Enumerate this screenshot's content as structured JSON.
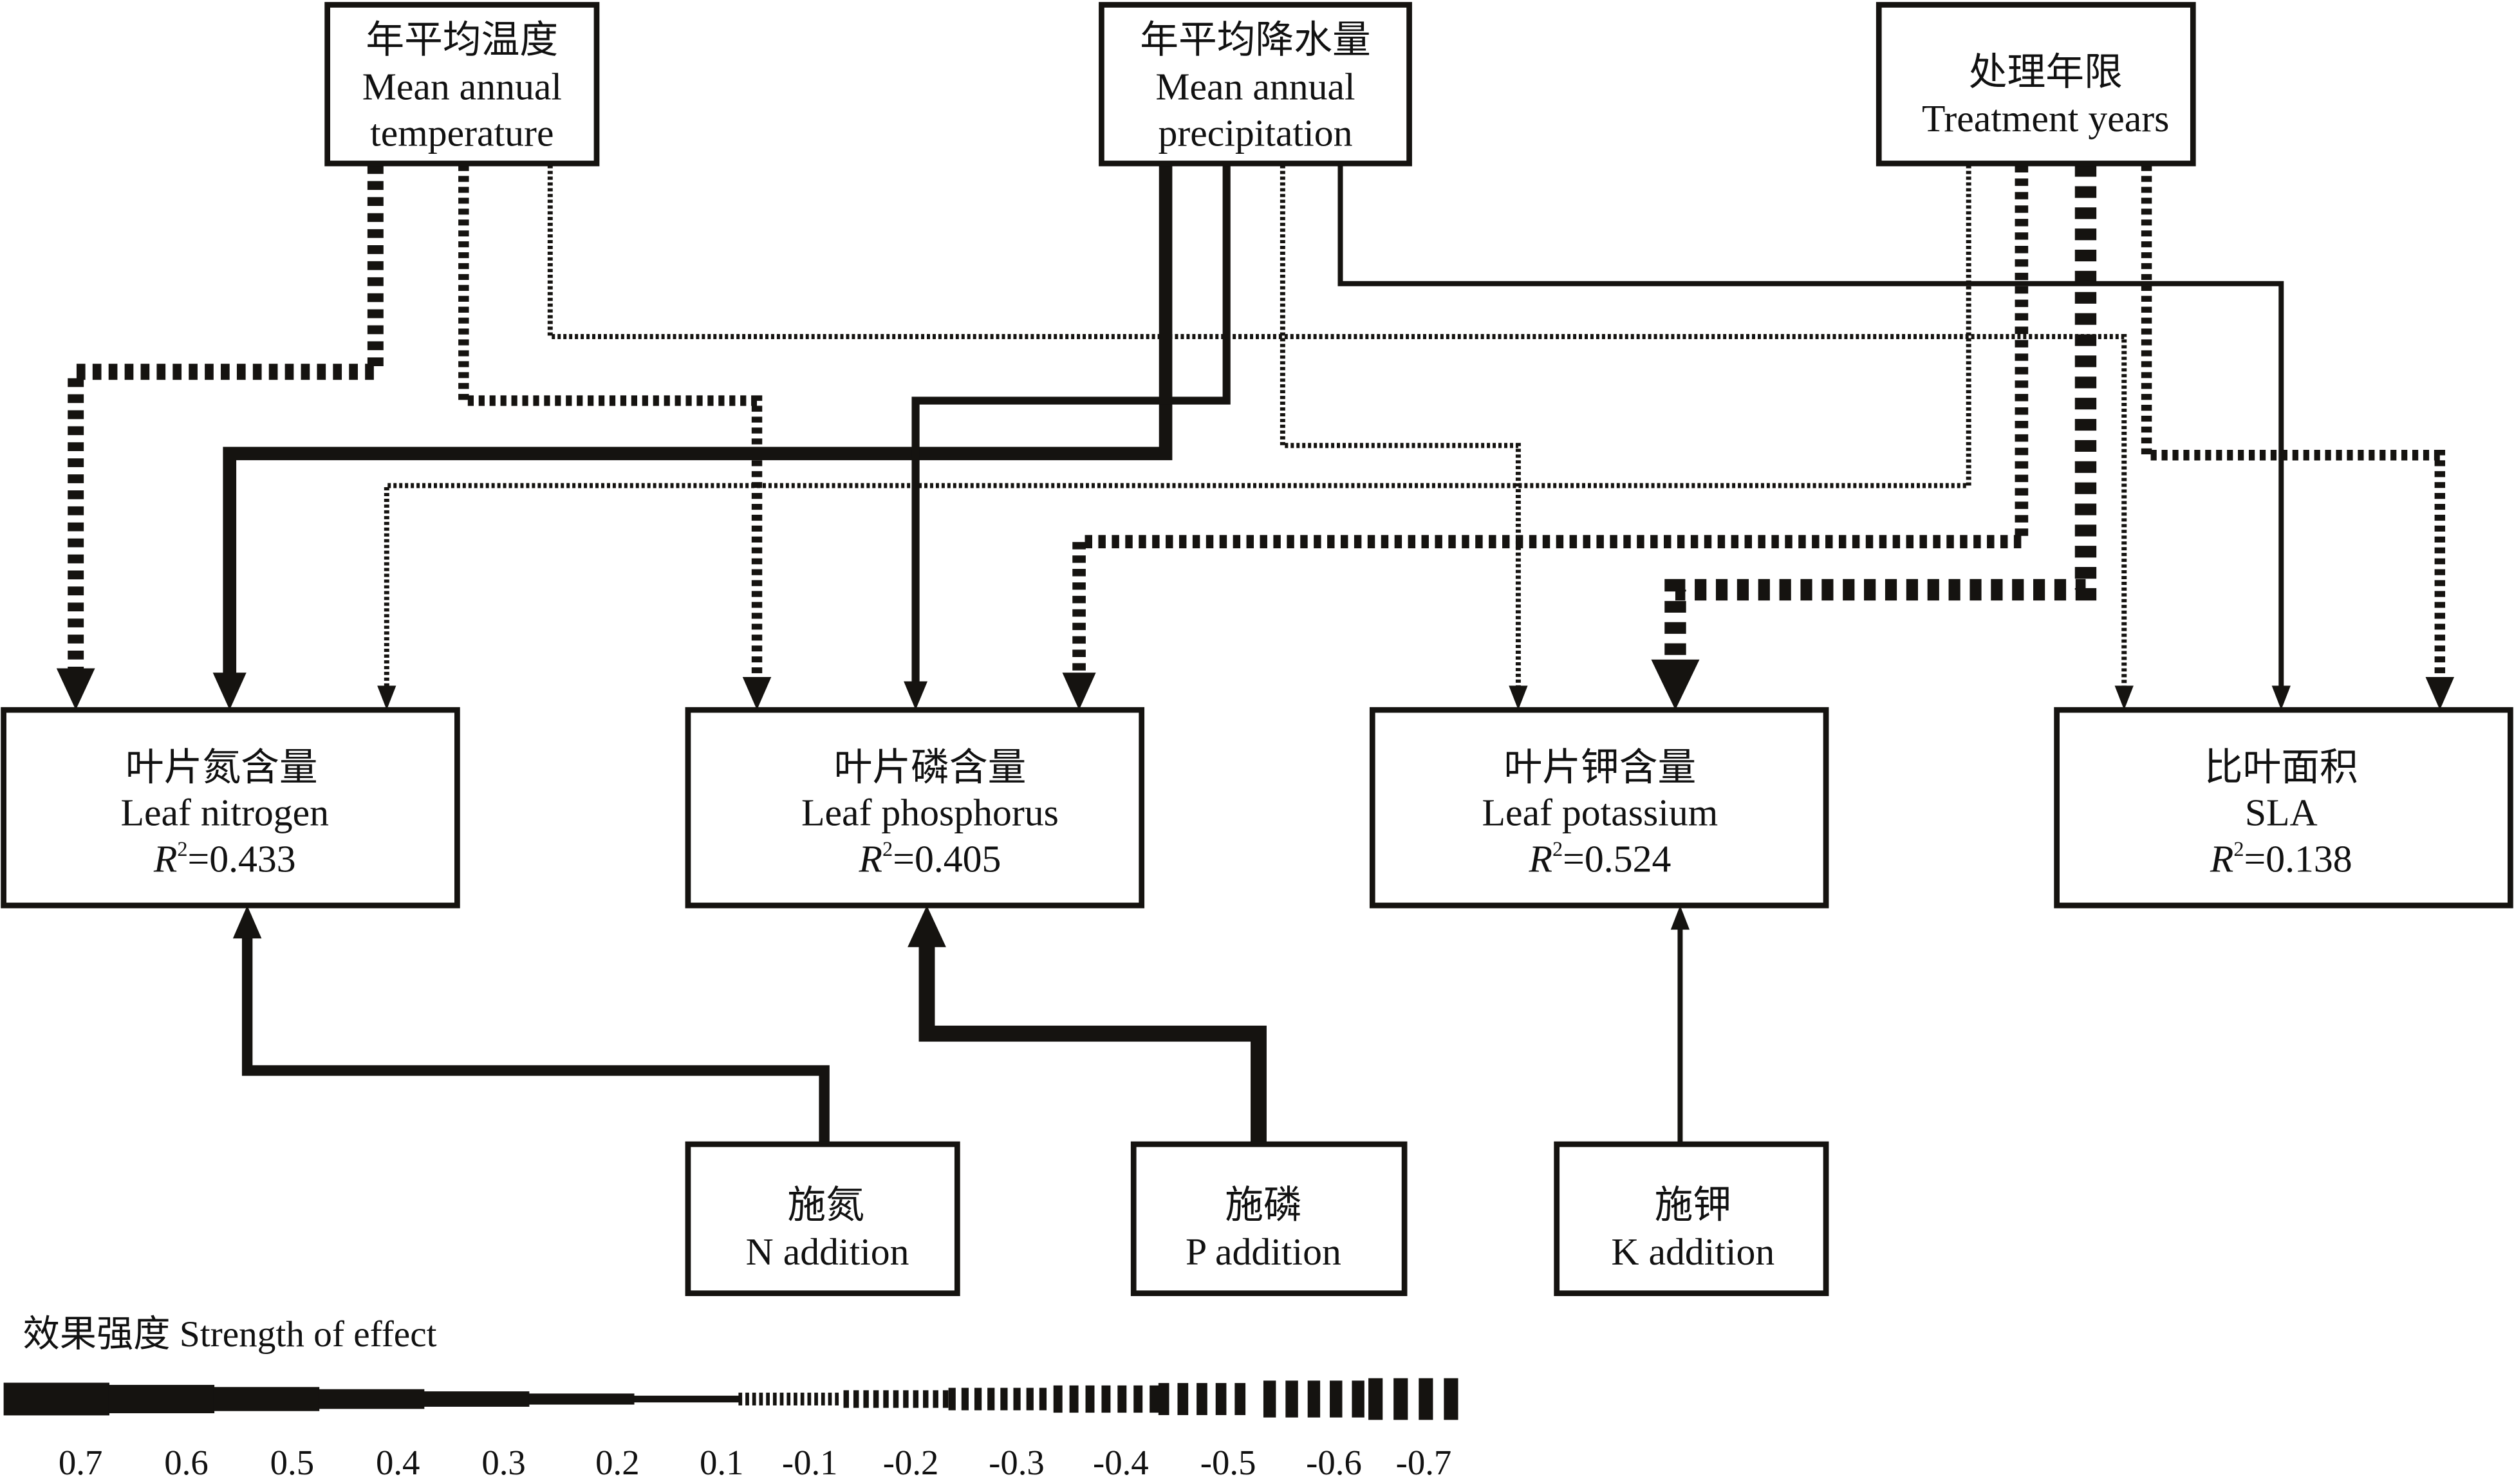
{
  "title": "Path model of effects on leaf traits",
  "nodes": {
    "mat": {
      "zh": "年平均温度",
      "en1": "Mean annual",
      "en2": "temperature"
    },
    "map": {
      "zh": "年平均降水量",
      "en1": "Mean annual",
      "en2": "precipitation"
    },
    "ty": {
      "zh": "处理年限",
      "en1": "Treatment years"
    },
    "leafN": {
      "zh": "叶片氮含量",
      "en": "Leaf nitrogen",
      "r2_label": "R",
      "r2_sup": "2",
      "r2_value": "=0.433"
    },
    "leafP": {
      "zh": "叶片磷含量",
      "en": "Leaf phosphorus",
      "r2_label": "R",
      "r2_sup": "2",
      "r2_value": "=0.405"
    },
    "leafK": {
      "zh": "叶片钾含量",
      "en": "Leaf potassium",
      "r2_label": "R",
      "r2_sup": "2",
      "r2_value": "=0.524"
    },
    "sla": {
      "zh": "比叶面积",
      "en": "SLA",
      "r2_label": "R",
      "r2_sup": "2",
      "r2_value": "=0.138"
    },
    "nadd": {
      "zh": "施氮",
      "en": "N addition"
    },
    "padd": {
      "zh": "施磷",
      "en": "P addition"
    },
    "kadd": {
      "zh": "施钾",
      "en": "K addition"
    }
  },
  "paths": [
    {
      "from": "mat",
      "to": "leafN",
      "strength": -0.5
    },
    {
      "from": "mat",
      "to": "leafP",
      "strength": -0.3
    },
    {
      "from": "mat",
      "to": "sla",
      "strength": -0.1
    },
    {
      "from": "map",
      "to": "leafN",
      "strength": 0.4
    },
    {
      "from": "map",
      "to": "leafP",
      "strength": 0.2
    },
    {
      "from": "map",
      "to": "leafK",
      "strength": -0.1
    },
    {
      "from": "map",
      "to": "sla",
      "strength": 0.1
    },
    {
      "from": "ty",
      "to": "leafN",
      "strength": -0.1
    },
    {
      "from": "ty",
      "to": "leafP",
      "strength": -0.4
    },
    {
      "from": "ty",
      "to": "leafK",
      "strength": -0.7
    },
    {
      "from": "ty",
      "to": "sla",
      "strength": -0.3
    },
    {
      "from": "nadd",
      "to": "leafN",
      "strength": 0.3
    },
    {
      "from": "padd",
      "to": "leafP",
      "strength": 0.5
    },
    {
      "from": "kadd",
      "to": "leafK",
      "strength": 0.1
    }
  ],
  "legend": {
    "title": "效果强度 Strength of effect",
    "ticks": [
      "0.7",
      "0.6",
      "0.5",
      "0.4",
      "0.3",
      "0.2",
      "0.1",
      "-0.1",
      "-0.2",
      "-0.3",
      "-0.4",
      "-0.5",
      "-0.6",
      "-0.7"
    ],
    "values": [
      0.7,
      0.6,
      0.5,
      0.4,
      0.3,
      0.2,
      0.1,
      -0.1,
      -0.2,
      -0.3,
      -0.4,
      -0.5,
      -0.6,
      -0.7
    ]
  },
  "colors": {
    "ink": "#151310",
    "background": "#ffffff"
  }
}
